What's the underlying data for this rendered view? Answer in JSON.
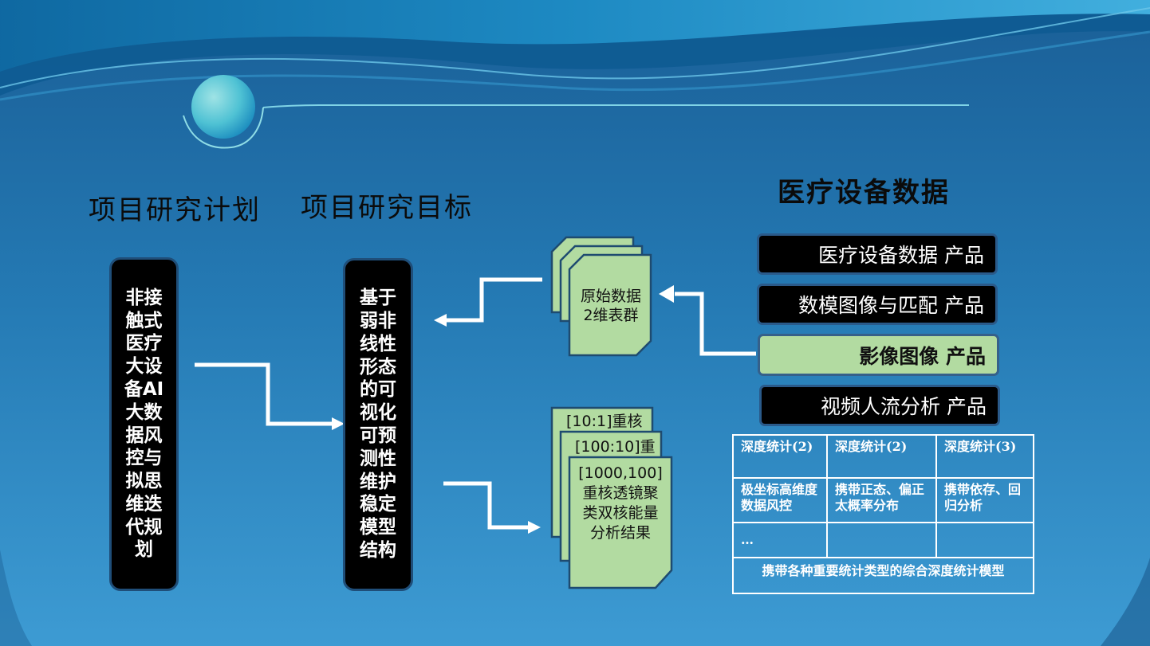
{
  "headings": {
    "plan": "项目研究计划",
    "goal": "项目研究目标",
    "device": "医疗设备数据"
  },
  "plan_box": "非接触式医疗大设备AI大数据风控与拟思维迭代规划",
  "goal_box": "基于弱非线性形态的可视化可预测性维护稳定模型结构",
  "doc_stack_top": {
    "text": "原始数据2维表群"
  },
  "doc_stack_bottom": {
    "back": "[10:1]重核",
    "middle": "[100:10]重",
    "front": "[1000,100]重核透镜聚类双核能量分析结果"
  },
  "products": [
    {
      "label": "医疗设备数据  产品",
      "active": false
    },
    {
      "label": "数模图像与匹配  产品",
      "active": false
    },
    {
      "label": "影像图像  产品",
      "active": true
    },
    {
      "label": "视频人流分析  产品",
      "active": false
    }
  ],
  "stats_table": {
    "headers": [
      "深度统计(2)",
      "深度统计(2)",
      "深度统计(3)"
    ],
    "row2": [
      "极坐标高维度数据风控",
      "携带正态、偏正太概率分布",
      "携带依存、回归分析"
    ],
    "row3": [
      "…",
      "",
      ""
    ],
    "footer": "携带各种重要统计类型的综合深度统计模型"
  },
  "colors": {
    "background_top": "#1c6ea8",
    "background_bottom": "#3c97cf",
    "box_fill": "#000000",
    "doc_fill": "#b2dba1",
    "arrow": "#ffffff"
  }
}
